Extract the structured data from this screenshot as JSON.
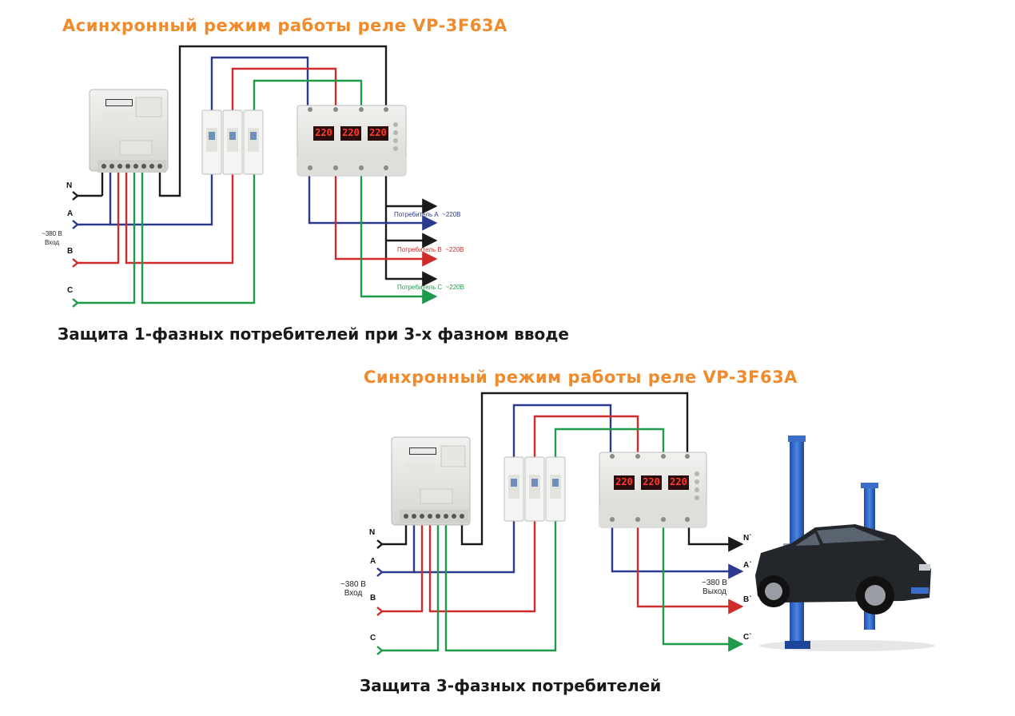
{
  "diagram_top": {
    "title": "Асинхронный режим работы реле VP-3F63A",
    "caption": "Защита 1-фазных потребителей при 3-х фазном вводе",
    "phases": [
      "N",
      "A",
      "B",
      "C"
    ],
    "input_label_1": "~380 В",
    "input_label_2": "Вход",
    "consumers": [
      {
        "name": "Потребитель A",
        "voltage": "~220В"
      },
      {
        "name": "Потребитель B",
        "voltage": "~220В"
      },
      {
        "name": "Потребитель C",
        "voltage": "~220В"
      }
    ],
    "relay_display": [
      "220",
      "220",
      "220"
    ]
  },
  "diagram_bottom": {
    "title": "Синхронный режим работы реле VP-3F63A",
    "caption": "Защита 3-фазных потребителей",
    "phases": [
      "N",
      "A",
      "B",
      "C"
    ],
    "input_label_1": "~380 В",
    "input_label_2": "Вход",
    "outputs": [
      "N`",
      "A`",
      "B`",
      "C`"
    ],
    "output_label_1": "~380 В",
    "output_label_2": "Выход",
    "relay_display": [
      "220",
      "220",
      "220"
    ]
  },
  "colors": {
    "neutral": "#1a1a1a",
    "phase_a": "#2b3a8f",
    "phase_b": "#d12a2a",
    "phase_c": "#1f9a4a",
    "title": "#f08a2a"
  }
}
